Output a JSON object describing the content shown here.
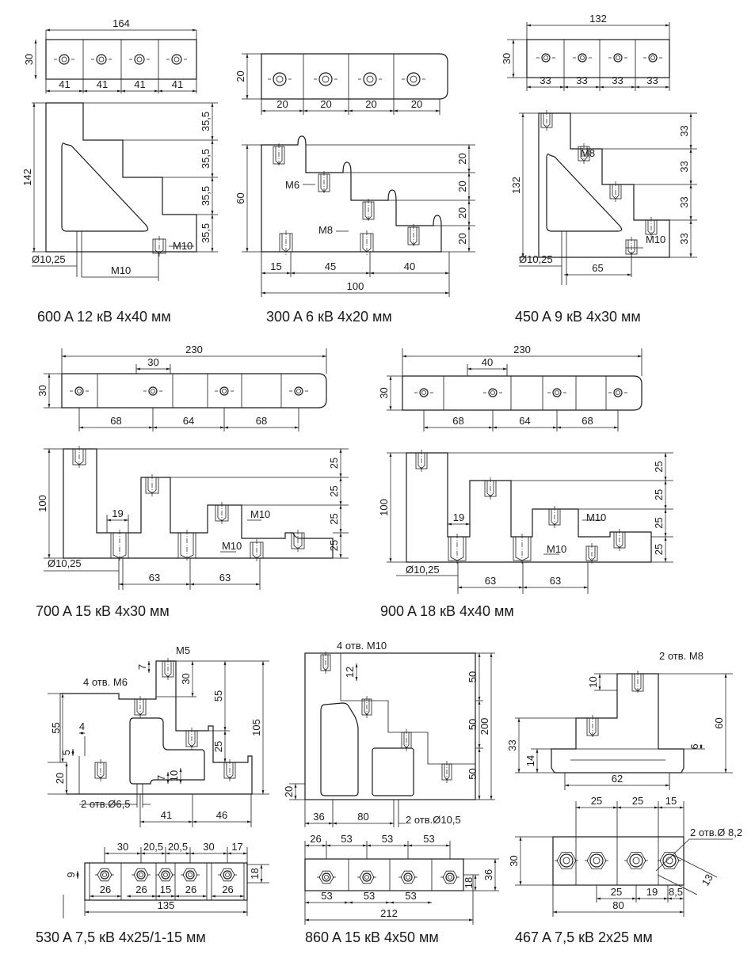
{
  "drawings": [
    {
      "caption": "600 A 12 кВ 4x40 мм",
      "dims": [
        "164",
        "30",
        "41",
        "41",
        "41",
        "41",
        "142",
        "35,5",
        "35,5",
        "35,5",
        "35,5"
      ],
      "notes": [
        "Ø10,25",
        "M10",
        "M10"
      ]
    },
    {
      "caption": "300 A 6 кВ 4x20 мм",
      "dims": [
        "20",
        "20",
        "20",
        "20",
        "20",
        "60",
        "20",
        "20",
        "20",
        "20",
        "15",
        "45",
        "40",
        "100"
      ],
      "notes": [
        "M6",
        "M8"
      ]
    },
    {
      "caption": "450 A 9 кВ 4x30 мм",
      "dims": [
        "132",
        "30",
        "33",
        "33",
        "33",
        "33",
        "132",
        "33",
        "33",
        "33",
        "33",
        "65"
      ],
      "notes": [
        "M8",
        "M10",
        "Ø10,25"
      ]
    },
    {
      "caption": "700 A 15 кВ 4x30 мм",
      "dims": [
        "230",
        "30",
        "30",
        "68",
        "64",
        "68",
        "100",
        "25",
        "25",
        "25",
        "25",
        "19",
        "63",
        "63"
      ],
      "notes": [
        "M10",
        "M10",
        "Ø10,25"
      ]
    },
    {
      "caption": "900 A 18 кВ 4x40 мм",
      "dims": [
        "230",
        "40",
        "30",
        "68",
        "64",
        "68",
        "100",
        "25",
        "25",
        "25",
        "25",
        "19",
        "63",
        "63"
      ],
      "notes": [
        "M10",
        "M10",
        "Ø10,25"
      ]
    },
    {
      "caption": "530 A 7,5 кВ 4x25/1-15 мм",
      "dims": [
        "105",
        "55",
        "25",
        "30",
        "55",
        "20",
        "5",
        "4",
        "7",
        "10",
        "41",
        "46",
        "30",
        "20,5",
        "20,5",
        "30",
        "17",
        "9",
        "18",
        "26",
        "26",
        "15",
        "26",
        "26",
        "135",
        "7"
      ],
      "notes": [
        "M5",
        "4 отв. M6",
        "2 отв.Ø6,5"
      ]
    },
    {
      "caption": "860 A 15 кВ 4x50 мм",
      "dims": [
        "12",
        "50",
        "50",
        "50",
        "200",
        "20",
        "36",
        "80",
        "26",
        "53",
        "53",
        "53",
        "53",
        "53",
        "53",
        "212",
        "18",
        "36"
      ],
      "notes": [
        "4 отв. M10",
        "2 отв.Ø10,5"
      ]
    },
    {
      "caption": "467 A 7,5 кВ 2x25 мм",
      "dims": [
        "10",
        "60",
        "33",
        "14",
        "6",
        "62",
        "25",
        "25",
        "15",
        "30",
        "25",
        "19",
        "8,5",
        "80"
      ],
      "notes": [
        "2 отв. M8",
        "2 отв.Ø 8,2",
        "13"
      ]
    }
  ]
}
